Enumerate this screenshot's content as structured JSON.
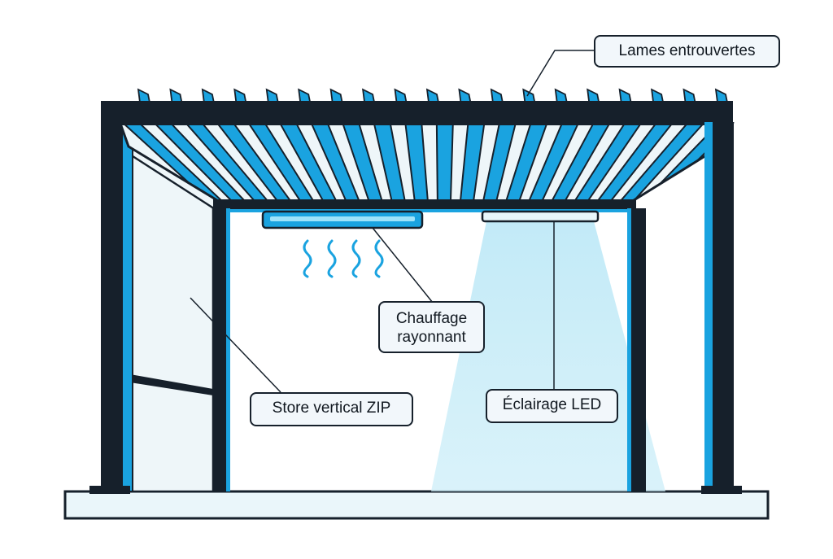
{
  "callouts": {
    "lames": "Lames entrouvertes",
    "chauffage_line1": "Chauffage",
    "chauffage_line2": "rayonnant",
    "store": "Store vertical ZIP",
    "eclairage": "Éclairage LED"
  },
  "colors": {
    "frame": "#16202b",
    "accent_blue": "#1aa3e0",
    "light_blue": "#cdeef8",
    "panel_fill": "#eef6f9",
    "deck": "#eaf6fa"
  }
}
